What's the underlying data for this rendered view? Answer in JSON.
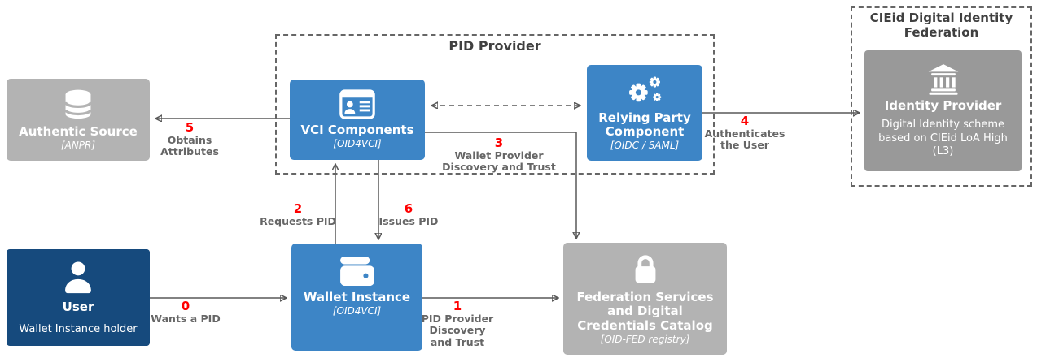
{
  "containers": {
    "pid_provider": {
      "title": "PID Provider"
    },
    "cieid": {
      "title": "CIEid Digital Identity\nFederation"
    }
  },
  "nodes": {
    "authentic_source": {
      "title": "Authentic Source",
      "subtitle": "[ANPR]",
      "icon": "database-icon"
    },
    "vci_components": {
      "title": "VCI Components",
      "subtitle": "[OID4VCI]",
      "icon": "id-card-icon"
    },
    "relying_party": {
      "title": "Relying Party\nComponent",
      "subtitle": "[OIDC / SAML]",
      "icon": "gears-icon"
    },
    "identity_provider": {
      "title": "Identity Provider",
      "description": "Digital Identity scheme\nbased on CIEid LoA High\n(L3)",
      "icon": "bank-icon"
    },
    "user": {
      "title": "User",
      "subtitle": "Wallet Instance holder",
      "icon": "person-icon"
    },
    "wallet_instance": {
      "title": "Wallet Instance",
      "subtitle": "[OID4VCI]",
      "icon": "wallet-icon"
    },
    "federation_services": {
      "title": "Federation Services\nand Digital\nCredentials Catalog",
      "subtitle": "[OID-FED registry]",
      "icon": "lock-icon"
    }
  },
  "edges": {
    "e0": {
      "num": "0",
      "label": "Wants a PID"
    },
    "e1": {
      "num": "1",
      "label": "PID Provider\nDiscovery\nand Trust"
    },
    "e2": {
      "num": "2",
      "label": "Requests PID"
    },
    "e3": {
      "num": "3",
      "label": "Wallet Provider\nDiscovery and Trust"
    },
    "e4": {
      "num": "4",
      "label": "Authenticates\nthe User"
    },
    "e5": {
      "num": "5",
      "label": "Obtains\nAttributes"
    },
    "e6": {
      "num": "6",
      "label": "Issues PID"
    }
  },
  "colors": {
    "node_blue": "#3d85c6",
    "node_navy": "#164a7d",
    "node_gray_light": "#b3b3b3",
    "node_gray_dark": "#999999",
    "edge_number_red": "#ff0000",
    "edge_label_gray": "#666666",
    "line_gray": "#595959",
    "container_title_gray": "#404040"
  }
}
